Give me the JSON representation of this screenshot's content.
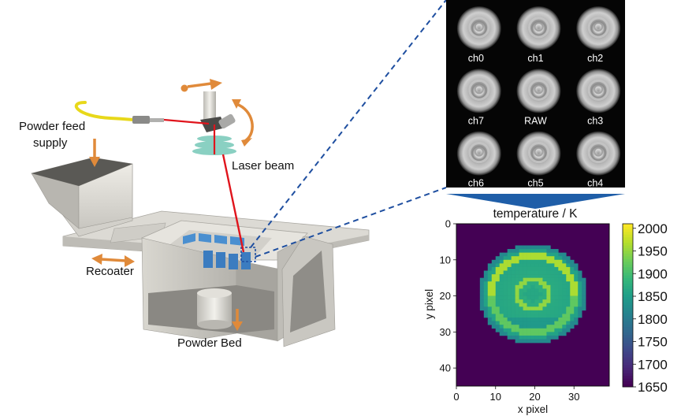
{
  "labels": {
    "powder_feed_line1": "Powder feed",
    "powder_feed_line2": "supply",
    "laser_beam": "Laser beam",
    "recoater": "Recoater",
    "powder_bed": "Powder Bed"
  },
  "channels": [
    "ch0",
    "ch1",
    "ch2",
    "ch7",
    "RAW",
    "ch3",
    "ch6",
    "ch5",
    "ch4"
  ],
  "colors": {
    "laser": "#e0141c",
    "arrow": "#e08a3a",
    "part": "#4a8fd0",
    "dashed": "#1f4fa0",
    "funnel": "#1f5ea8"
  },
  "chart_data": {
    "type": "heatmap",
    "title": "temperature / K",
    "xlabel": "x pixel",
    "ylabel": "y pixel",
    "xticks": [
      0,
      10,
      20,
      30
    ],
    "yticks": [
      0,
      10,
      20,
      30,
      40
    ],
    "xlim": [
      0,
      39
    ],
    "ylim": [
      45,
      0
    ],
    "colorbar": {
      "ticks": [
        2000,
        1950,
        1900,
        1850,
        1800,
        1750,
        1700,
        1650
      ],
      "min": 1650,
      "max": 2010
    },
    "image_size": [
      39,
      45
    ],
    "structure": {
      "background": 1665,
      "disk_center": [
        19.5,
        19.5
      ],
      "disk_radius": 13.2,
      "outer_ring_value": 1965,
      "inner_ring_value": 1950,
      "disk_value": 1880,
      "edge_value": 1820
    }
  }
}
